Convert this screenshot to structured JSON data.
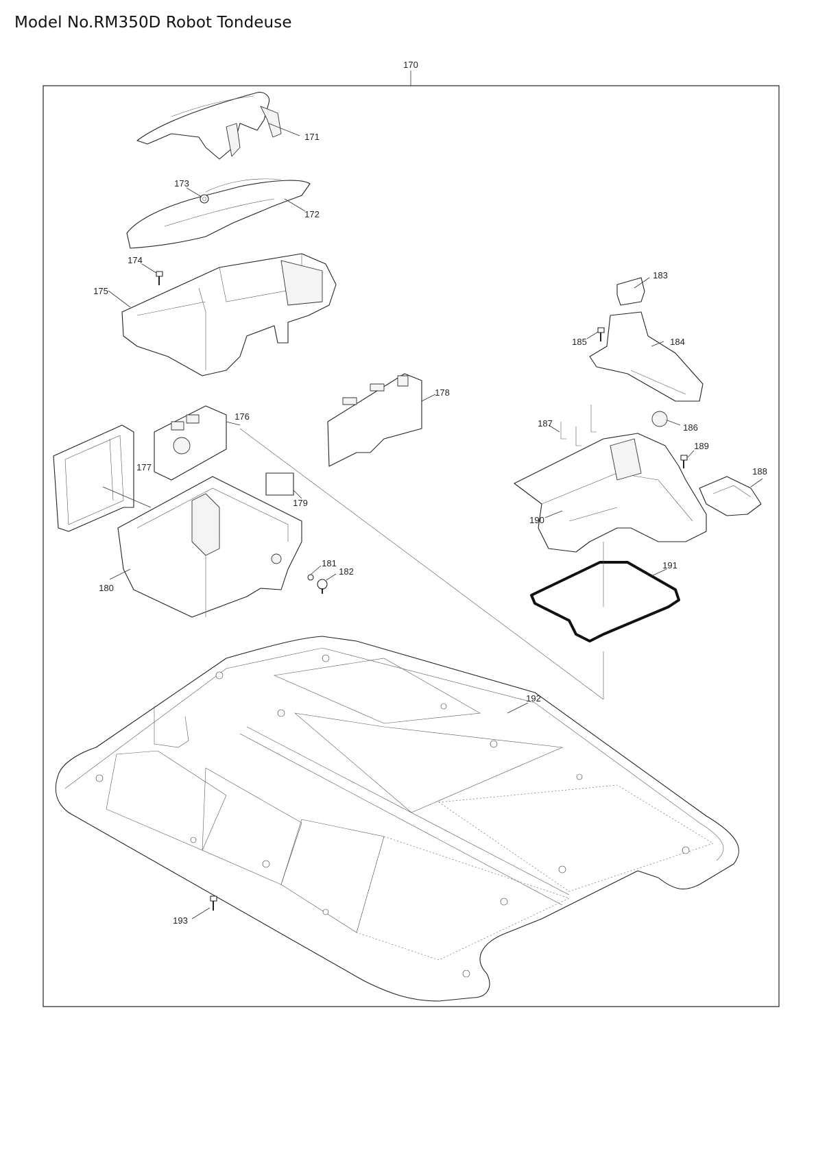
{
  "page": {
    "title": "Model No.RM350D Robot Tondeuse"
  },
  "diagram": {
    "frame_label": "170",
    "parts": [
      {
        "id": "171",
        "label": "171"
      },
      {
        "id": "172",
        "label": "172"
      },
      {
        "id": "173",
        "label": "173"
      },
      {
        "id": "174",
        "label": "174"
      },
      {
        "id": "175",
        "label": "175"
      },
      {
        "id": "176",
        "label": "176"
      },
      {
        "id": "177",
        "label": "177"
      },
      {
        "id": "178",
        "label": "178"
      },
      {
        "id": "179",
        "label": "179"
      },
      {
        "id": "180",
        "label": "180"
      },
      {
        "id": "181",
        "label": "181"
      },
      {
        "id": "182",
        "label": "182"
      },
      {
        "id": "183",
        "label": "183"
      },
      {
        "id": "184",
        "label": "184"
      },
      {
        "id": "185",
        "label": "185"
      },
      {
        "id": "186",
        "label": "186"
      },
      {
        "id": "187",
        "label": "187"
      },
      {
        "id": "188",
        "label": "188"
      },
      {
        "id": "189",
        "label": "189"
      },
      {
        "id": "190",
        "label": "190"
      },
      {
        "id": "191",
        "label": "191"
      },
      {
        "id": "192",
        "label": "192"
      },
      {
        "id": "193",
        "label": "193"
      }
    ]
  }
}
